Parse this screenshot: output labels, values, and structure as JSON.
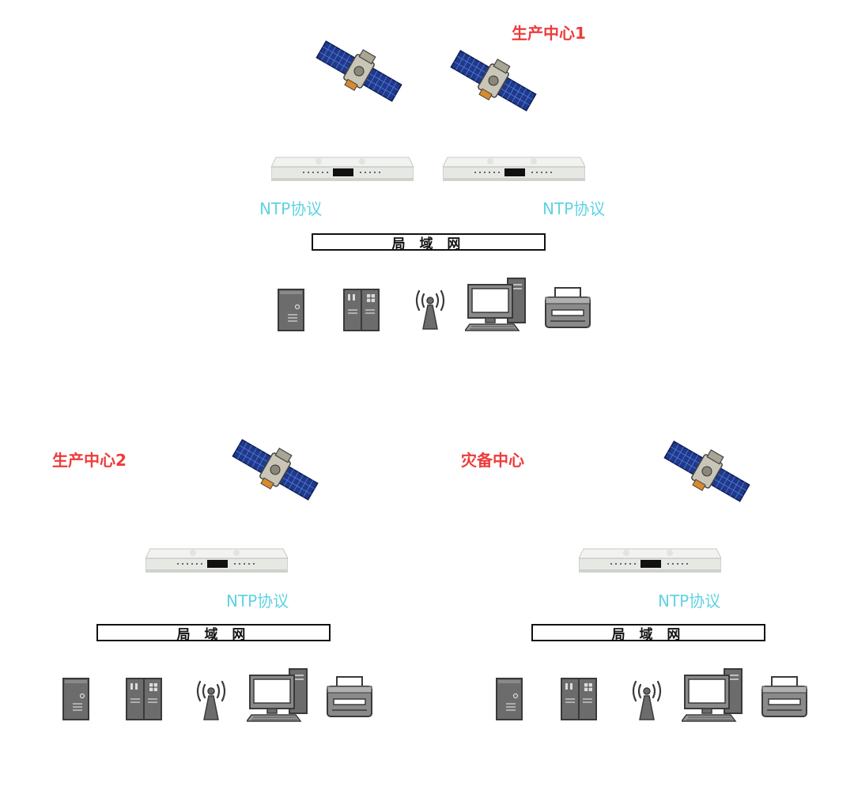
{
  "sites": [
    {
      "title": "生产中心1",
      "ntp_labels": [
        "NTP协议",
        "NTP协议"
      ],
      "lan_label": "局 域 网"
    },
    {
      "title": "生产中心2",
      "ntp_labels": [
        "NTP协议"
      ],
      "lan_label": "局 域 网"
    },
    {
      "title": "灾备中心",
      "ntp_labels": [
        "NTP协议"
      ],
      "lan_label": "局 域 网"
    }
  ],
  "colors": {
    "site_title": "#ee3b3b",
    "ntp_label": "#5fd3e3",
    "solar_panel": "#1f3a8a",
    "device_gray": "#707070"
  },
  "icons": [
    "satellite-icon",
    "ntp-server-icon",
    "server-tower-icon",
    "server-cabinet-icon",
    "wireless-antenna-icon",
    "desktop-computer-icon",
    "printer-icon"
  ]
}
